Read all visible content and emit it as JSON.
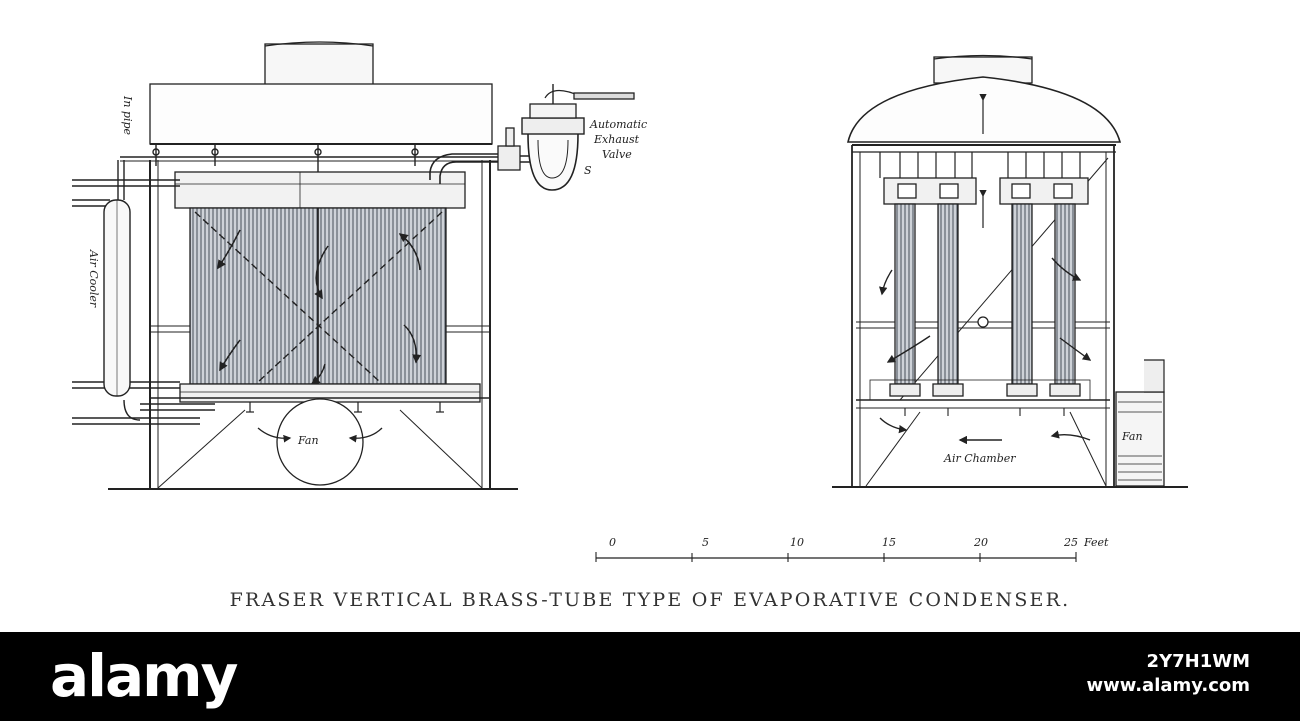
{
  "caption": "FRASER VERTICAL BRASS-TUBE TYPE OF EVAPORATIVE CONDENSER.",
  "left_view": {
    "valve_label_line1": "Automatic",
    "valve_label_line2": "Exhaust",
    "valve_label_line3": "Valve",
    "valve_mark": "S",
    "inlet_label": "In pipe",
    "cooler_label": "Air Cooler",
    "fan_label": "Fan"
  },
  "right_view": {
    "chamber_label": "Air Chamber",
    "fan_label": "Fan"
  },
  "scale": {
    "ticks": [
      "0",
      "5",
      "10",
      "15",
      "20",
      "25"
    ],
    "unit": "Feet"
  },
  "watermark": {
    "brand": "alamy",
    "image_id": "2Y7H1WM",
    "site": "www.alamy.com"
  }
}
